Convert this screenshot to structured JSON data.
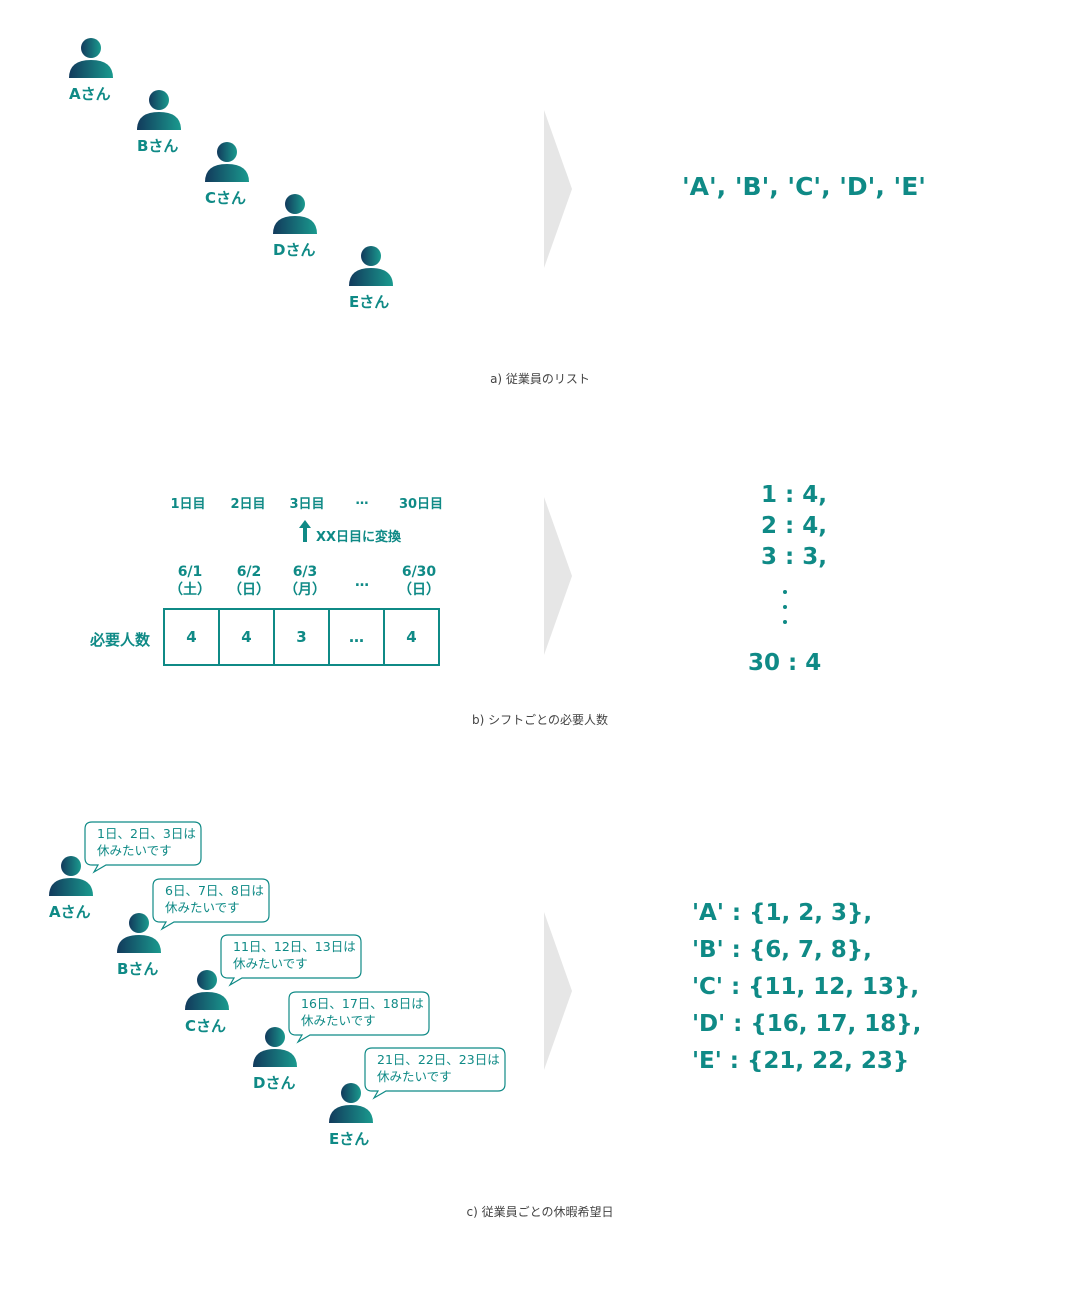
{
  "section_a": {
    "people": [
      "Aさん",
      "Bさん",
      "Cさん",
      "Dさん",
      "Eさん"
    ],
    "result": "'A', 'B', 'C', 'D', 'E'",
    "caption": "a) 従業員のリスト"
  },
  "section_b": {
    "days": [
      "1日目",
      "2日目",
      "3日目",
      "…",
      "30日目"
    ],
    "convert_label": "XX日目に変換",
    "dates": [
      {
        "date": "6/1",
        "weekday": "（土）"
      },
      {
        "date": "6/2",
        "weekday": "（日）"
      },
      {
        "date": "6/3",
        "weekday": "（月）"
      },
      {
        "date": "…",
        "weekday": ""
      },
      {
        "date": "6/30",
        "weekday": "（日）"
      }
    ],
    "row_label": "必要人数",
    "values": [
      "4",
      "4",
      "3",
      "…",
      "4"
    ],
    "result_lines": [
      "1 : 4,",
      "2 : 4,",
      "3 : 3,",
      "30 : 4"
    ],
    "caption": "b) シフトごとの必要人数"
  },
  "section_c": {
    "people": [
      "Aさん",
      "Bさん",
      "Cさん",
      "Dさん",
      "Eさん"
    ],
    "bubbles": [
      {
        "line1": "1日、2日、3日は",
        "line2": "休みたいです"
      },
      {
        "line1": "6日、7日、8日は",
        "line2": "休みたいです"
      },
      {
        "line1": "11日、12日、13日は",
        "line2": "休みたいです"
      },
      {
        "line1": "16日、17日、18日は",
        "line2": "休みたいです"
      },
      {
        "line1": "21日、22日、23日は",
        "line2": "休みたいです"
      }
    ],
    "result_lines": [
      "'A' : {1, 2, 3},",
      "'B' : {6, 7, 8},",
      "'C' : {11, 12, 13},",
      "'D' : {16, 17, 18},",
      "'E' : {21, 22, 23}"
    ],
    "caption": "c) 従業員ごとの休暇希望日"
  },
  "colors": {
    "accent": "#0f8a86",
    "person_dark": "#123a5c",
    "person_light": "#1a9a8e",
    "chevron": "#e6e6e6",
    "caption": "#444444"
  },
  "icons": [
    "person-icon",
    "chevron-right-icon",
    "arrow-up-icon",
    "speech-bubble-icon"
  ]
}
